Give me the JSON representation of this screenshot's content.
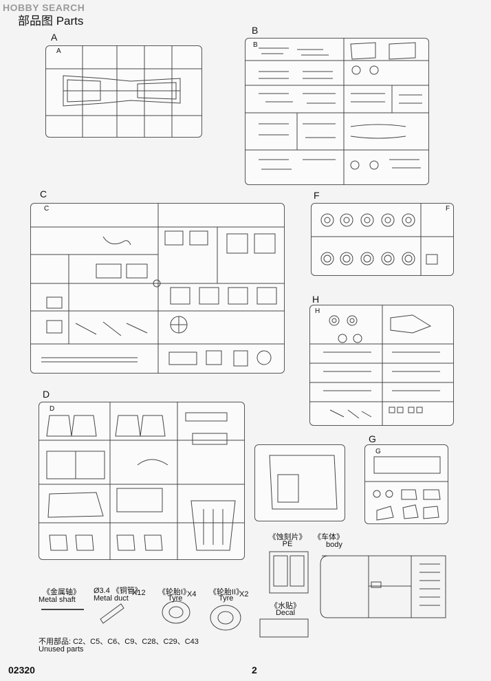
{
  "watermark": "HOBBY SEARCH",
  "title": "部品图  Parts",
  "sprues": {
    "A": "A",
    "B": "B",
    "C": "C",
    "D": "D",
    "F": "F",
    "G": "G",
    "H": "H"
  },
  "tags": {
    "A": "A",
    "B": "B",
    "C": "C",
    "D": "D",
    "F": "F",
    "G": "G",
    "H": "H"
  },
  "pe": {
    "cn": "《蚀刻片》",
    "en": "PE"
  },
  "body_part": {
    "cn": "《车体》",
    "en": "body"
  },
  "decal": {
    "cn": "《水贴》",
    "en": "Decal"
  },
  "extras": {
    "metal_shaft_cn": "《金属轴》",
    "metal_shaft_en": "Metal shaft",
    "metal_duct_cn": "Ø3.4 《铜管》",
    "metal_duct_en": "Metal duct",
    "metal_duct_qty": "X12",
    "tyre1_cn": "《轮胎I》",
    "tyre1_en": "Tyre",
    "tyre1_qty": "X4",
    "tyre2_cn": "《轮胎II》",
    "tyre2_en": "Tyre",
    "tyre2_qty": "X2"
  },
  "unused": {
    "cn": "不用部品: C2、C5、C6、C9、C28、C29、C43",
    "en": "Unused parts"
  },
  "footer": {
    "code": "02320",
    "page": "2"
  }
}
